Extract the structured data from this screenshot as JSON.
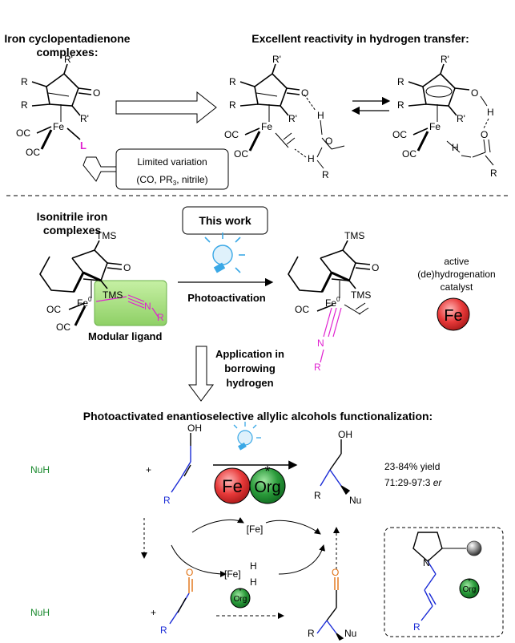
{
  "top_left": {
    "title_line1": "Iron cyclopentadienone",
    "title_line2": "complexes:",
    "limited_line1": "Limited variation",
    "limited_line2": "(CO, PR",
    "limited_sub": "3",
    "limited_line2b": ", nitrile)"
  },
  "top_right": {
    "title": "Excellent reactivity in hydrogen transfer:"
  },
  "atoms": {
    "R": "R",
    "Rp": "R'",
    "O": "O",
    "Fe": "Fe",
    "OC": "OC",
    "L": "L",
    "H": "H",
    "TMS": "TMS",
    "Fe0": "0",
    "N": "N"
  },
  "middle": {
    "left_title_line1": "Isonitrile iron",
    "left_title_line2": "complexes",
    "this_work": "This work",
    "modular_ligand": "Modular ligand",
    "photoactivation": "Photoactivation",
    "application_line1": "Application in",
    "application_line2": "borrowing",
    "application_line3": "hydrogen",
    "active_line1": "active",
    "active_line2": "(de)hydrogenation",
    "active_line3": "catalyst",
    "fe_badge": "Fe"
  },
  "bottom": {
    "title": "Photoactivated enantioselective allylic alcohols functionalization:",
    "nuh": "NuH",
    "plus": "+",
    "oh": "OH",
    "nu": "Nu",
    "fe_ball": "Fe",
    "org_ball": "Org",
    "yield": "23-84% yield",
    "er": "71:29-97:3",
    "er_unit": "er",
    "fe_cycle": "[Fe]",
    "org_small": "Org",
    "star": "*"
  },
  "colors": {
    "fe_red": "#e83a3a",
    "org_green": "#2a9a3a",
    "magenta": "#e020d0",
    "blue": "#1a2bd6",
    "nuh_green": "#1a8a2e",
    "ligand_box": "#a6e07c",
    "bulb_blue": "#3aa8e6",
    "bulb_orange": "#f08020"
  }
}
